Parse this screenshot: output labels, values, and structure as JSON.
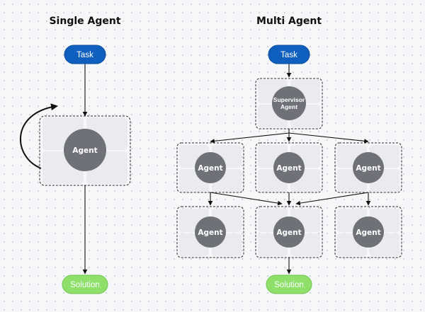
{
  "colors": {
    "task": "#0f5fbf",
    "task_border": "#0a4a99",
    "solution": "#8ee06b",
    "solution_border": "#74c552",
    "agent": "#6f7179",
    "edge": "#111111"
  },
  "single": {
    "title": "Single Agent",
    "task": "Task",
    "agent": "Agent",
    "solution": "Solution"
  },
  "multi": {
    "title": "Multi Agent",
    "task": "Task",
    "supervisor_line1": "Supervisor",
    "supervisor_line2": "Agent",
    "row1": [
      "Agent",
      "Agent",
      "Agent"
    ],
    "row2": [
      "Agent",
      "Agent",
      "Agent"
    ],
    "solution": "Solution"
  }
}
